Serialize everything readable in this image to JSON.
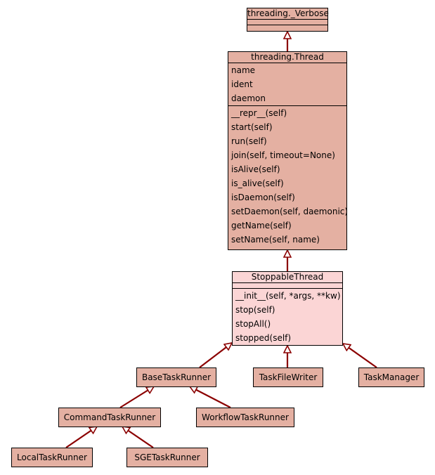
{
  "classes": {
    "verbose": {
      "name": "threading._Verbose"
    },
    "thread": {
      "name": "threading.Thread",
      "attributes": [
        "name",
        "ident",
        "daemon"
      ],
      "methods": [
        "__repr__(self)",
        "start(self)",
        "run(self)",
        "join(self, timeout=None)",
        "isAlive(self)",
        "is_alive(self)",
        "isDaemon(self)",
        "setDaemon(self, daemonic)",
        "getName(self)",
        "setName(self, name)"
      ]
    },
    "stoppable": {
      "name": "StoppableThread",
      "methods": [
        "__init__(self, *args, **kw)",
        "stop(self)",
        "stopAll()",
        "stopped(self)"
      ]
    },
    "base_task_runner": {
      "name": "BaseTaskRunner"
    },
    "task_file_writer": {
      "name": "TaskFileWriter"
    },
    "task_manager": {
      "name": "TaskManager"
    },
    "command_task_runner": {
      "name": "CommandTaskRunner"
    },
    "workflow_task_runner": {
      "name": "WorkflowTaskRunner"
    },
    "local_task_runner": {
      "name": "LocalTaskRunner"
    },
    "sge_task_runner": {
      "name": "SGETaskRunner"
    }
  },
  "colors": {
    "class_fill": "#e4b0a2",
    "highlight_fill": "#fbd5d5",
    "edge": "#8b0000"
  }
}
